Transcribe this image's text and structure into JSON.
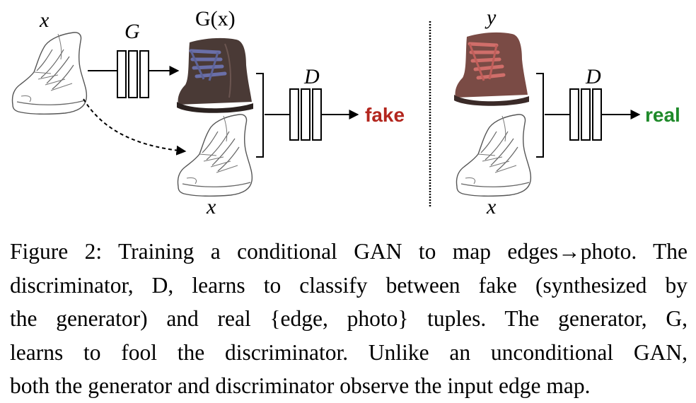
{
  "figure": {
    "labels": {
      "x_top": "x",
      "generator": "G",
      "g_of_x": "G(x)",
      "d_left": "D",
      "x_bottom_left": "x",
      "y_top": "y",
      "d_right": "D",
      "x_bottom_right": "x",
      "fake": "fake",
      "real": "real"
    },
    "colors": {
      "fake": "#b3261e",
      "real": "#1f8a2a",
      "boot_generated": "#4a3a36",
      "boot_real": "#7a4b45"
    },
    "icons": [
      "edge-map-shoe-icon",
      "generated-boot-photo",
      "real-boot-photo",
      "network-block-icon"
    ]
  },
  "caption": {
    "lines": [
      "Figure 2: Training a conditional GAN to map edges→photo. The",
      "discriminator, D, learns to classify between fake (synthesized by",
      "the generator) and real {edge, photo} tuples. The generator, G,",
      "learns to fool the discriminator. Unlike an unconditional GAN,",
      "both the generator and discriminator observe the input edge map."
    ]
  }
}
